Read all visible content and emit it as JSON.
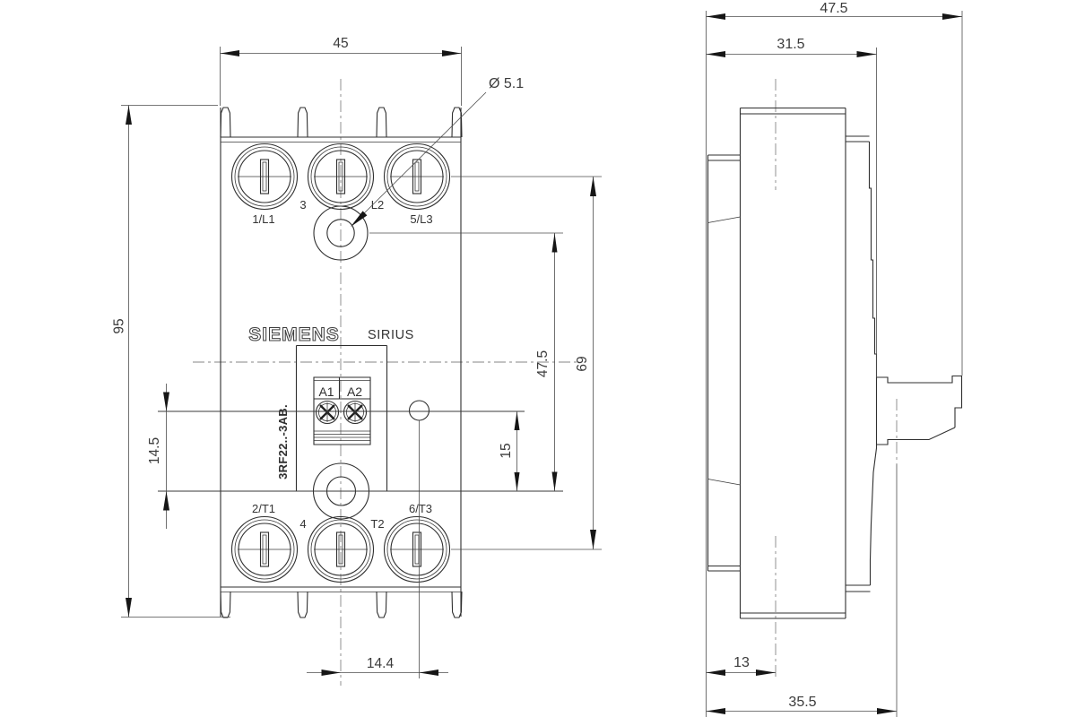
{
  "front": {
    "brand": "SIEMENS",
    "series": "SIRIUS",
    "model": "3RF22..-3AB.",
    "dims": {
      "width": "45",
      "height": "95",
      "block_to_hole": "14.5",
      "aux_to_hole_v": "15",
      "hole_spacing": "47.5",
      "terminal_spacing": "69",
      "aux_to_center_h": "14.4",
      "mounting_hole_diameter": "Ø 5.1"
    },
    "terminals_top": [
      "1/L1",
      "3",
      "L2",
      "5/L3"
    ],
    "terminals_bottom": [
      "2/T1",
      "4",
      "T2",
      "6/T3"
    ],
    "coil_terminals": [
      "A1",
      "A2"
    ]
  },
  "side": {
    "dims": {
      "depth_overall": "47.5",
      "depth_body": "31.5",
      "screw_axis_offset": "13",
      "rail_axis_offset": "35.5"
    }
  }
}
